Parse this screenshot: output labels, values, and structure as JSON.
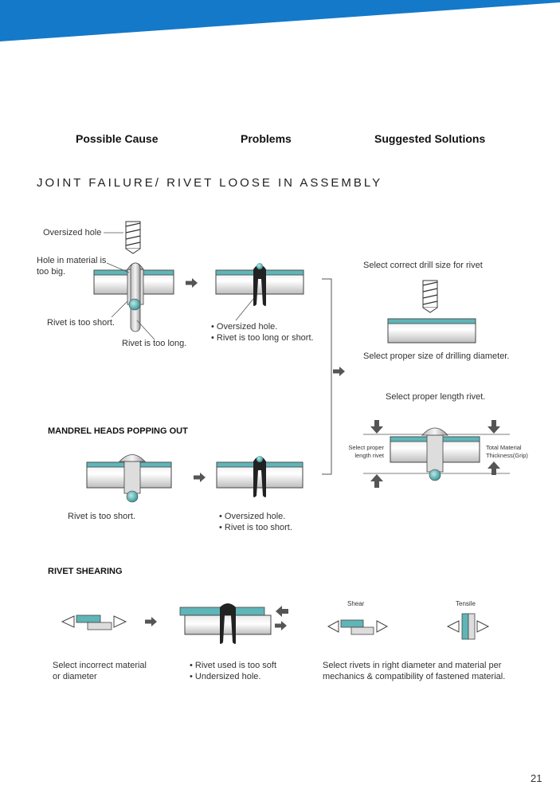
{
  "headers": {
    "cause": "Possible Cause",
    "problems": "Problems",
    "solutions": "Suggested Solutions"
  },
  "section_title": "JOINT FAILURE/ RIVET LOOSE IN ASSEMBLY",
  "joint_failure": {
    "oversized_hole": "Oversized hole",
    "hole_too_big_1": "Hole in material is",
    "hole_too_big_2": "too big.",
    "rivet_too_short": "Rivet is too short.",
    "rivet_too_long": "Rivet is too long.",
    "problem_1": "• Oversized hole.",
    "problem_2": "• Rivet is too long or short."
  },
  "solutions": {
    "drill_size": "Select correct drill size for rivet",
    "drilling_diameter": "Select proper size of drilling diameter.",
    "length_rivet": "Select proper length rivet.",
    "select_proper_1": "Select proper",
    "select_proper_2": "length rivet",
    "thickness_1": "Total Material",
    "thickness_2": "Thickness(Grip)"
  },
  "mandrel": {
    "title": "MANDREL HEADS POPPING OUT",
    "cause": "Rivet is too short.",
    "problem_1": "• Oversized hole.",
    "problem_2": "• Rivet is too short."
  },
  "shearing": {
    "title": "RIVET SHEARING",
    "shear_label": "Shear",
    "tensile_label": "Tensile",
    "cause_1": "Select incorrect material",
    "cause_2": "or diameter",
    "problem_1": "• Rivet used is too soft",
    "problem_2": "• Undersized hole.",
    "solution_1": "Select rivets in right diameter and material per",
    "solution_2": "mechanics & compatibility of fastened material."
  },
  "page_number": "21",
  "colors": {
    "banner": "#1479c9",
    "teal": "#5fb5b8",
    "arrow": "#555555"
  }
}
